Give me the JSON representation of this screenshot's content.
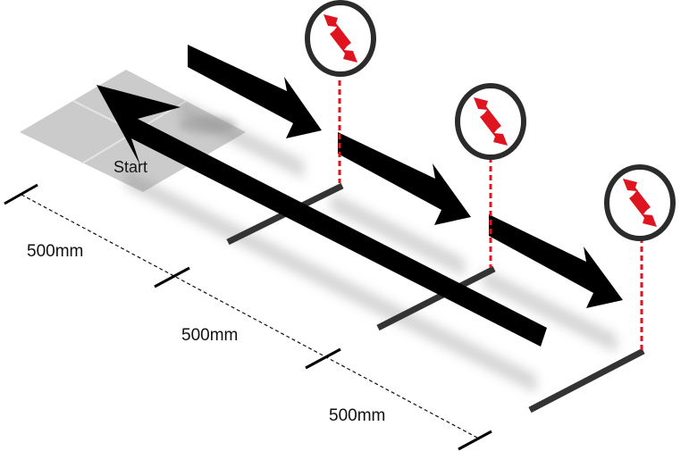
{
  "diagram": {
    "start_label": "Start",
    "distances": [
      "500mm",
      "500mm",
      "500mm"
    ],
    "markers": [
      {
        "icon": "up-down-arrows-icon"
      },
      {
        "icon": "up-down-arrows-icon"
      },
      {
        "icon": "up-down-arrows-icon"
      }
    ],
    "colors": {
      "arrow": "#000000",
      "marker_ring": "#2b2b2b",
      "marker_arrows": "#e0141e",
      "dashed_line": "#e0141e",
      "start_pad": "#c8c8c8",
      "floor_line": "#333333"
    }
  }
}
